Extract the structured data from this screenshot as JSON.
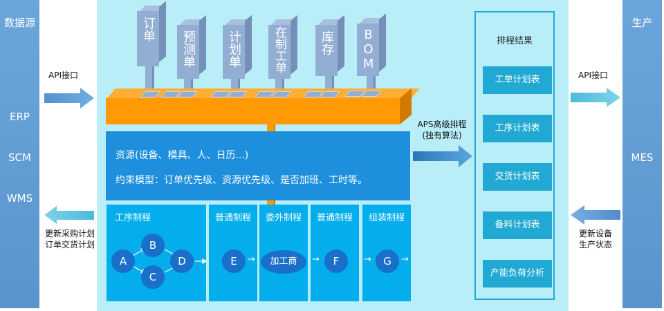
{
  "left_panel": {
    "title": "数据源",
    "items": [
      "ERP",
      "SCM",
      "WMS"
    ]
  },
  "right_panel": {
    "title": "生产",
    "items": [
      "MES"
    ]
  },
  "arrows": {
    "left_in_label": "API接口",
    "left_out_label_line1": "更新采购计划",
    "left_out_label_line2": "订单交货计划",
    "aps_label_line1": "APS高级排程",
    "aps_label_line2": "(独有算法)",
    "right_out_label": "API接口",
    "right_in_label_line1": "更新设备",
    "right_in_label_line2": "生产状态"
  },
  "inputs": [
    {
      "label": "订单"
    },
    {
      "label": "预测单"
    },
    {
      "label": "计划单"
    },
    {
      "label": "在制工单"
    },
    {
      "label": "库存"
    },
    {
      "label": "BOM"
    }
  ],
  "resources": {
    "line1": "资源(设备、模具、人、日历...)",
    "line2": "约束模型：订单优先级、资源优先级、是否加班、工时等。"
  },
  "processes": [
    {
      "title": "工序制程",
      "nodes": [
        "A",
        "B",
        "C",
        "D"
      ]
    },
    {
      "title": "普通制程",
      "nodes": [
        "E"
      ]
    },
    {
      "title": "委外制程",
      "nodes": [
        "加工商"
      ]
    },
    {
      "title": "普通制程",
      "nodes": [
        "F"
      ]
    },
    {
      "title": "组装制程",
      "nodes": [
        "G"
      ]
    }
  ],
  "results": {
    "title": "排程结果",
    "items": [
      "工单计划表",
      "工序计划表",
      "交货计划表",
      "备料计划表",
      "产能负荷分析"
    ]
  },
  "colors": {
    "side_panel": "#5f9bd2",
    "main_bg": "#b9eef9",
    "orange_bar": "#ff9a05",
    "resource_box": "#1d8fdc",
    "process_box": "#04adeb",
    "node": "#1a6fc8",
    "result_item": "#21a9d3"
  }
}
